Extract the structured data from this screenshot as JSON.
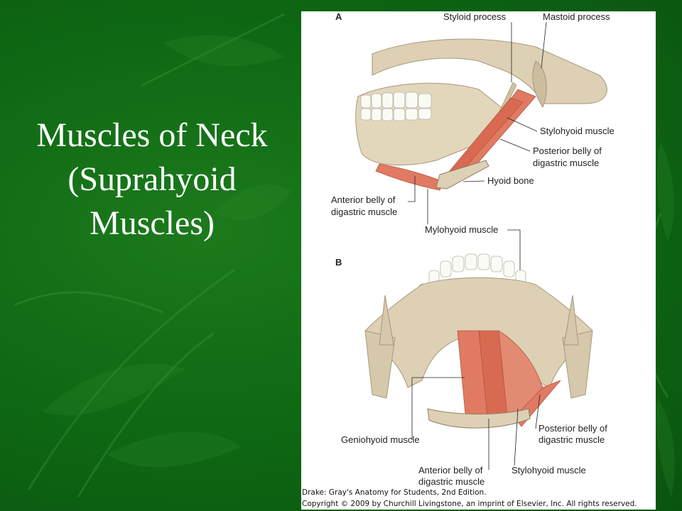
{
  "title": {
    "lines": [
      "Muscles of Neck",
      "(Suprahyoid",
      "Muscles)"
    ]
  },
  "figure": {
    "panel_a": {
      "letter": "A",
      "labels": {
        "styloid": "Styloid process",
        "mastoid": "Mastoid process",
        "stylohyoid": "Stylohyoid muscle",
        "posterior_1": "Posterior belly of",
        "posterior_2": "digastric muscle",
        "hyoid": "Hyoid bone",
        "anterior_1": "Anterior belly of",
        "anterior_2": "digastric muscle",
        "mylohyoid": "Mylohyoid muscle"
      }
    },
    "panel_b": {
      "letter": "B",
      "labels": {
        "geniohyoid": "Geniohyoid muscle",
        "posterior_1": "Posterior belly of",
        "posterior_2": "digastric muscle",
        "anterior_1": "Anterior belly of",
        "anterior_2": "digastric muscle",
        "stylohyoid": "Stylohyoid muscle"
      }
    },
    "credit": {
      "line1": "Drake: Gray's Anatomy for Students, 2nd Edition.",
      "line2": "Copyright © 2009 by Churchill Livingstone, an imprint of Elsevier, Inc. All rights reserved."
    }
  },
  "colors": {
    "background": "#0f6a14",
    "bone": "#ddd0b4",
    "muscle": "#e07a62",
    "title_text": "#ffffff"
  }
}
